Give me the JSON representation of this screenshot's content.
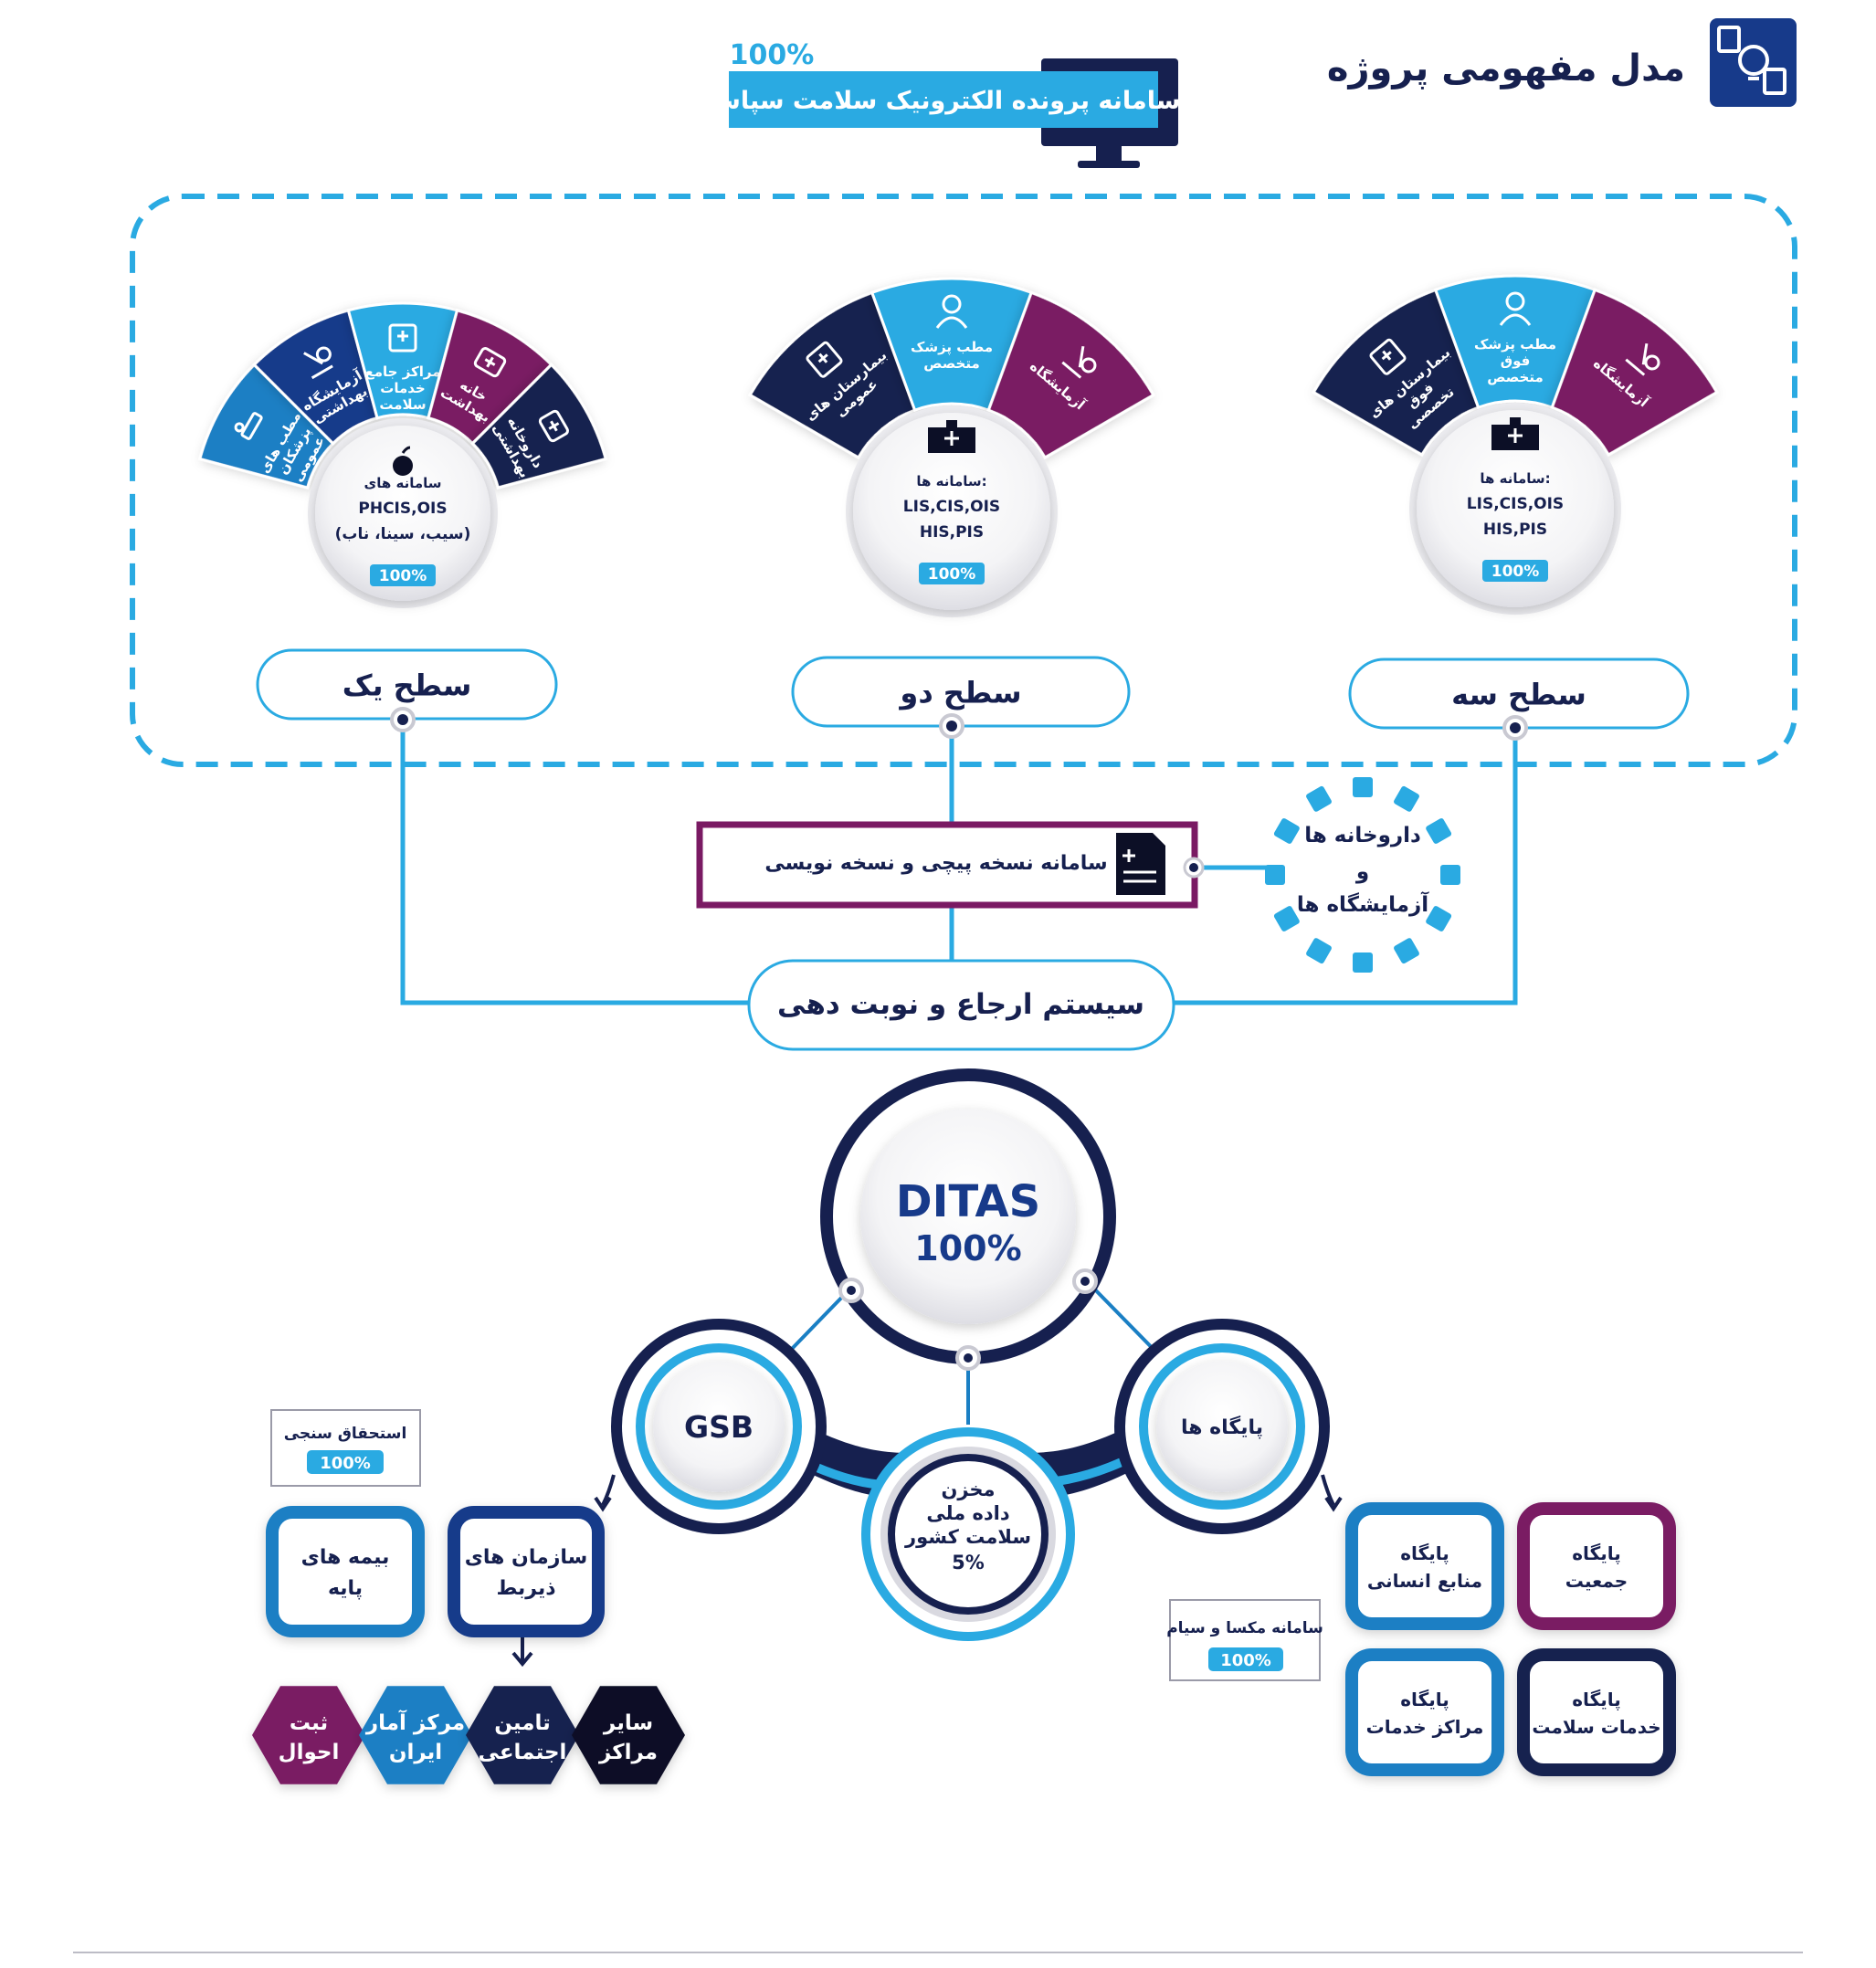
{
  "header": {
    "title": "مدل مفهومی پروژه",
    "system_title": "سامانه پرونده الکترونیک سلامت سپاس",
    "system_percent": "100%"
  },
  "levels": [
    {
      "label": "سطح یک",
      "hub_lines": [
        "سامانه های",
        "PHCIS,OIS",
        "(سیب، سینا، ناب)"
      ],
      "percent": "100%",
      "fan": [
        {
          "lines": [
            "مطب های",
            "پزشکان",
            "عمومی"
          ],
          "color": "#1a7fc4",
          "icon": "hospital-bed-icon"
        },
        {
          "lines": [
            "آزمایشگاه",
            "بهداشتی"
          ],
          "color": "#173a8a",
          "icon": "microscope-icon"
        },
        {
          "lines": [
            "مراکز جامع",
            "خدمات",
            "سلامت"
          ],
          "color": "#2aaae2",
          "icon": "clinic-icon"
        },
        {
          "lines": [
            "خانه",
            "بهداشت"
          ],
          "color": "#7a1a63",
          "icon": "first-aid-kit-icon"
        },
        {
          "lines": [
            "داروخانه",
            "بهداشتی"
          ],
          "color": "#16204f",
          "icon": "pharmacy-icon"
        }
      ]
    },
    {
      "label": "سطح دو",
      "hub_lines": [
        "سامانه ها:",
        "LIS,CIS,OIS",
        "HIS,PIS"
      ],
      "percent": "100%",
      "fan": [
        {
          "lines": [
            "بیمارستان های",
            "عمومی"
          ],
          "color": "#16204f",
          "icon": "hospital-icon"
        },
        {
          "lines": [
            "مطب پزشک",
            "متخصص"
          ],
          "color": "#2aaae2",
          "icon": "doctor-icon"
        },
        {
          "lines": [
            "آزمایشگاه"
          ],
          "color": "#7a1a63",
          "icon": "microscope-icon"
        }
      ]
    },
    {
      "label": "سطح سه",
      "hub_lines": [
        "سامانه ها:",
        "LIS,CIS,OIS",
        "HIS,PIS"
      ],
      "percent": "100%",
      "fan": [
        {
          "lines": [
            "بیمارستان های",
            "فوق",
            "تخصصی"
          ],
          "color": "#16204f",
          "icon": "hospital-icon"
        },
        {
          "lines": [
            "مطب پزشک",
            "فوق",
            "متخصص"
          ],
          "color": "#2aaae2",
          "icon": "doctor-icon"
        },
        {
          "lines": [
            "آزمایشگاه"
          ],
          "color": "#7a1a63",
          "icon": "microscope-icon"
        }
      ]
    }
  ],
  "prescription_system": "سامانه نسخه پیچی و نسخه نویسی",
  "pharmacies_labs": [
    "داروخانه ها",
    "و",
    "آزمایشگاه ها"
  ],
  "referral_system": "سیستم ارجاع و نوبت دهی",
  "ditas": {
    "name": "DITAS",
    "percent": "100%"
  },
  "gsb": "GSB",
  "bases": "پایگاه ها",
  "national_repo": {
    "lines": [
      "مخزن",
      "داده ملی",
      "سلامت کشور"
    ],
    "percent": "5%"
  },
  "eligibility": {
    "label": "استحقاق سنجی",
    "percent": "100%"
  },
  "insurance": [
    "بیمه های",
    "پایه"
  ],
  "related_orgs": [
    "سازمان های",
    "ذیربط"
  ],
  "hexagons": [
    {
      "lines": [
        "ثبت",
        "احوال"
      ],
      "color": "#7a1a63"
    },
    {
      "lines": [
        "مرکز آمار",
        "ایران"
      ],
      "color": "#1a7fc4"
    },
    {
      "lines": [
        "تامین",
        "اجتماعی"
      ],
      "color": "#16204f"
    },
    {
      "lines": [
        "سایر",
        "مراکز"
      ],
      "color": "#0c0f26"
    }
  ],
  "base_boxes": [
    {
      "lines": [
        "پایگاه",
        "منابع انسانی"
      ],
      "border": "#1a7fc4"
    },
    {
      "lines": [
        "پایگاه",
        "جمعیت"
      ],
      "border": "#7a1a63"
    },
    {
      "lines": [
        "پایگاه",
        "مراکز خدمات"
      ],
      "border": "#1a7fc4"
    },
    {
      "lines": [
        "پایگاه",
        "خدمات سلامت"
      ],
      "border": "#16204f"
    }
  ],
  "maxa_siam": {
    "label": "سامانه مکسا و سیام",
    "percent": "100%"
  },
  "colors": {
    "navy": "#16204f",
    "cyan": "#2aaae2",
    "blue": "#1a7fc4",
    "purple": "#7a1a63"
  }
}
